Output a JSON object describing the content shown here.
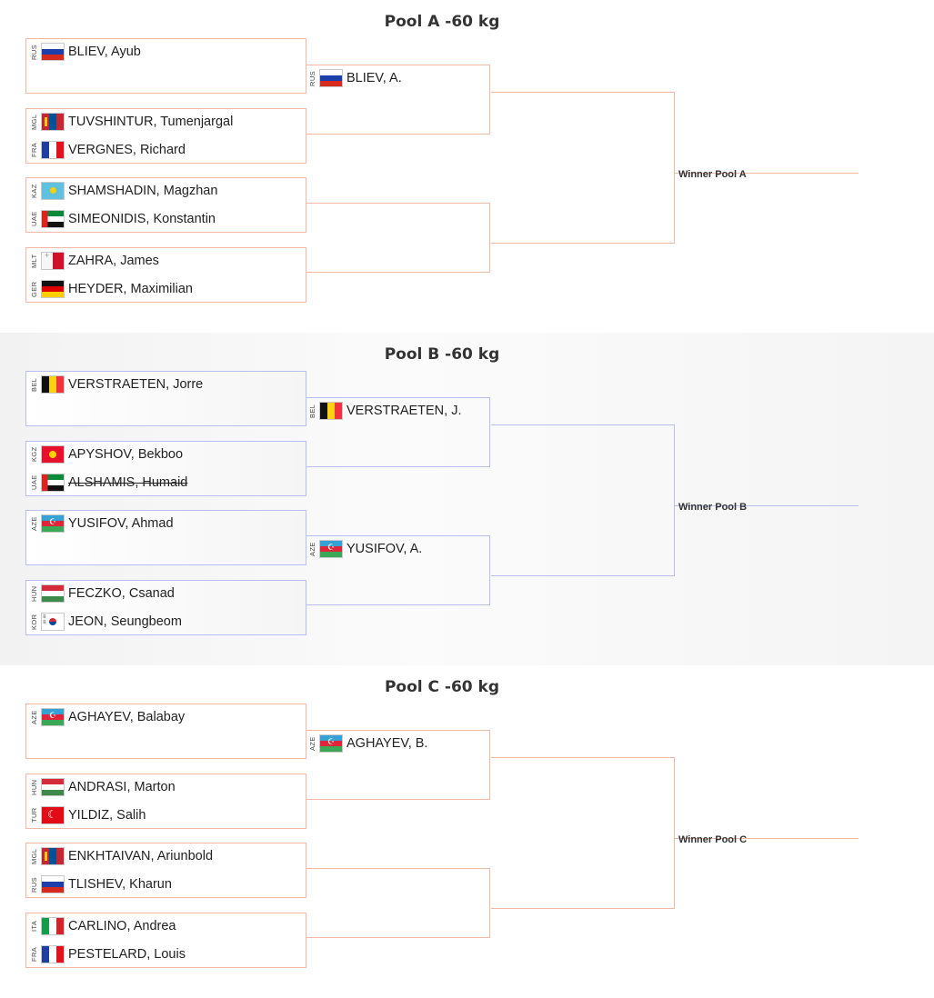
{
  "pools": [
    {
      "title": "Pool A -60 kg",
      "accent": "#f3b7a7",
      "winner_label": "Winner Pool A",
      "matches": [
        {
          "a": {
            "code": "RUS",
            "name": "BLIEV, Ayub"
          },
          "b": {
            "code": "",
            "name": ""
          }
        },
        {
          "a": {
            "code": "MGL",
            "name": "TUVSHINTUR, Tumenjargal"
          },
          "b": {
            "code": "FRA",
            "name": "VERGNES, Richard"
          }
        },
        {
          "a": {
            "code": "KAZ",
            "name": "SHAMSHADIN, Magzhan"
          },
          "b": {
            "code": "UAE",
            "name": "SIMEONIDIS, Konstantin"
          }
        },
        {
          "a": {
            "code": "MLT",
            "name": "ZAHRA, James"
          },
          "b": {
            "code": "GER",
            "name": "HEYDER, Maximilian"
          }
        }
      ],
      "round2": [
        {
          "code": "RUS",
          "name": "BLIEV, A."
        },
        {
          "code": "",
          "name": ""
        }
      ]
    },
    {
      "title": "Pool B -60 kg",
      "accent": "#b7bff0",
      "winner_label": "Winner Pool B",
      "matches": [
        {
          "a": {
            "code": "BEL",
            "name": "VERSTRAETEN, Jorre"
          },
          "b": {
            "code": "",
            "name": ""
          }
        },
        {
          "a": {
            "code": "KGZ",
            "name": "APYSHOV, Bekboo"
          },
          "b": {
            "code": "UAE",
            "name": "ALSHAMIS, Humaid",
            "struck": true
          }
        },
        {
          "a": {
            "code": "AZE",
            "name": "YUSIFOV, Ahmad"
          },
          "b": {
            "code": "",
            "name": ""
          }
        },
        {
          "a": {
            "code": "HUN",
            "name": "FECZKO, Csanad"
          },
          "b": {
            "code": "KOR",
            "name": "JEON, Seungbeom"
          }
        }
      ],
      "round2": [
        {
          "code": "BEL",
          "name": "VERSTRAETEN, J."
        },
        {
          "code": "AZE",
          "name": "YUSIFOV, A."
        }
      ]
    },
    {
      "title": "Pool C -60 kg",
      "accent": "#f3b7a7",
      "winner_label": "Winner Pool C",
      "matches": [
        {
          "a": {
            "code": "AZE",
            "name": "AGHAYEV, Balabay"
          },
          "b": {
            "code": "",
            "name": ""
          }
        },
        {
          "a": {
            "code": "HUN",
            "name": "ANDRASI, Marton"
          },
          "b": {
            "code": "TUR",
            "name": "YILDIZ, Salih"
          }
        },
        {
          "a": {
            "code": "MGL",
            "name": "ENKHTAIVAN, Ariunbold"
          },
          "b": {
            "code": "RUS",
            "name": "TLISHEV, Kharun"
          }
        },
        {
          "a": {
            "code": "ITA",
            "name": "CARLINO, Andrea"
          },
          "b": {
            "code": "FRA",
            "name": "PESTELARD, Louis"
          }
        }
      ],
      "round2": [
        {
          "code": "AZE",
          "name": "AGHAYEV, B."
        },
        {
          "code": "",
          "name": ""
        }
      ]
    }
  ]
}
